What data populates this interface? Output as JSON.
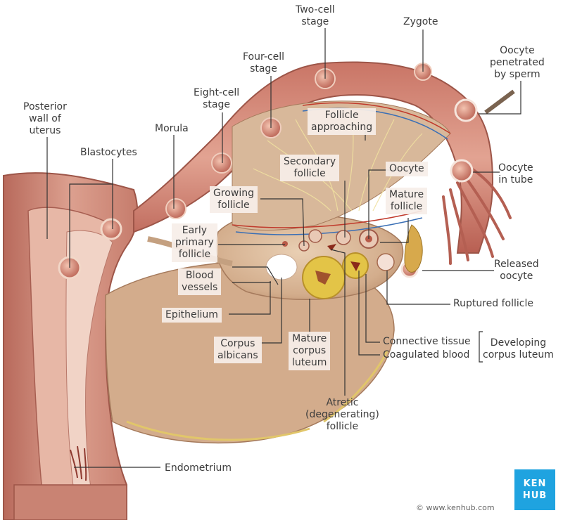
{
  "labels": {
    "two_cell": [
      "Two-cell",
      "stage"
    ],
    "zygote": "Zygote",
    "four_cell": [
      "Four-cell",
      "stage"
    ],
    "oocyte_penetrated": [
      "Oocyte",
      "penetrated",
      "by sperm"
    ],
    "eight_cell": [
      "Eight-cell",
      "stage"
    ],
    "posterior_wall": [
      "Posterior",
      "wall of",
      "uterus"
    ],
    "morula": "Morula",
    "follicle_approaching": [
      "Follicle",
      "approaching"
    ],
    "blastocytes": "Blastocytes",
    "secondary_follicle": [
      "Secondary",
      "follicle"
    ],
    "oocyte": "Oocyte",
    "oocyte_in_tube": [
      "Oocyte",
      "in tube"
    ],
    "growing_follicle": [
      "Growing",
      "follicle"
    ],
    "mature_follicle": [
      "Mature",
      "follicle"
    ],
    "early_primary_follicle": [
      "Early",
      "primary",
      "follicle"
    ],
    "released_oocyte": [
      "Released",
      "oocyte"
    ],
    "blood_vessels": [
      "Blood",
      "vessels"
    ],
    "ruptured_follicle": "Ruptured follicle",
    "epithelium": "Epithelium",
    "connective_tissue": "Connective tissue",
    "coagulated_blood": "Coagulated blood",
    "developing_corpus_luteum": [
      "Developing",
      "corpus luteum"
    ],
    "corpus_albicans": [
      "Corpus",
      "albicans"
    ],
    "mature_corpus_luteum": [
      "Mature",
      "corpus",
      "luteum"
    ],
    "atretic_follicle": [
      "Atretic",
      "(degenerating)",
      "follicle"
    ],
    "endometrium": "Endometrium"
  },
  "logo": [
    "KEN",
    "HUB"
  ],
  "copyright": "© www.kenhub.com",
  "colors": {
    "uterus_tissue": "#c97f6e",
    "ovary": "#d9b89a",
    "corpus_luteum": "#e2c84a",
    "leader_line": "#333333",
    "label_bg": "#f6eee8",
    "brand": "#1fa3e0"
  }
}
